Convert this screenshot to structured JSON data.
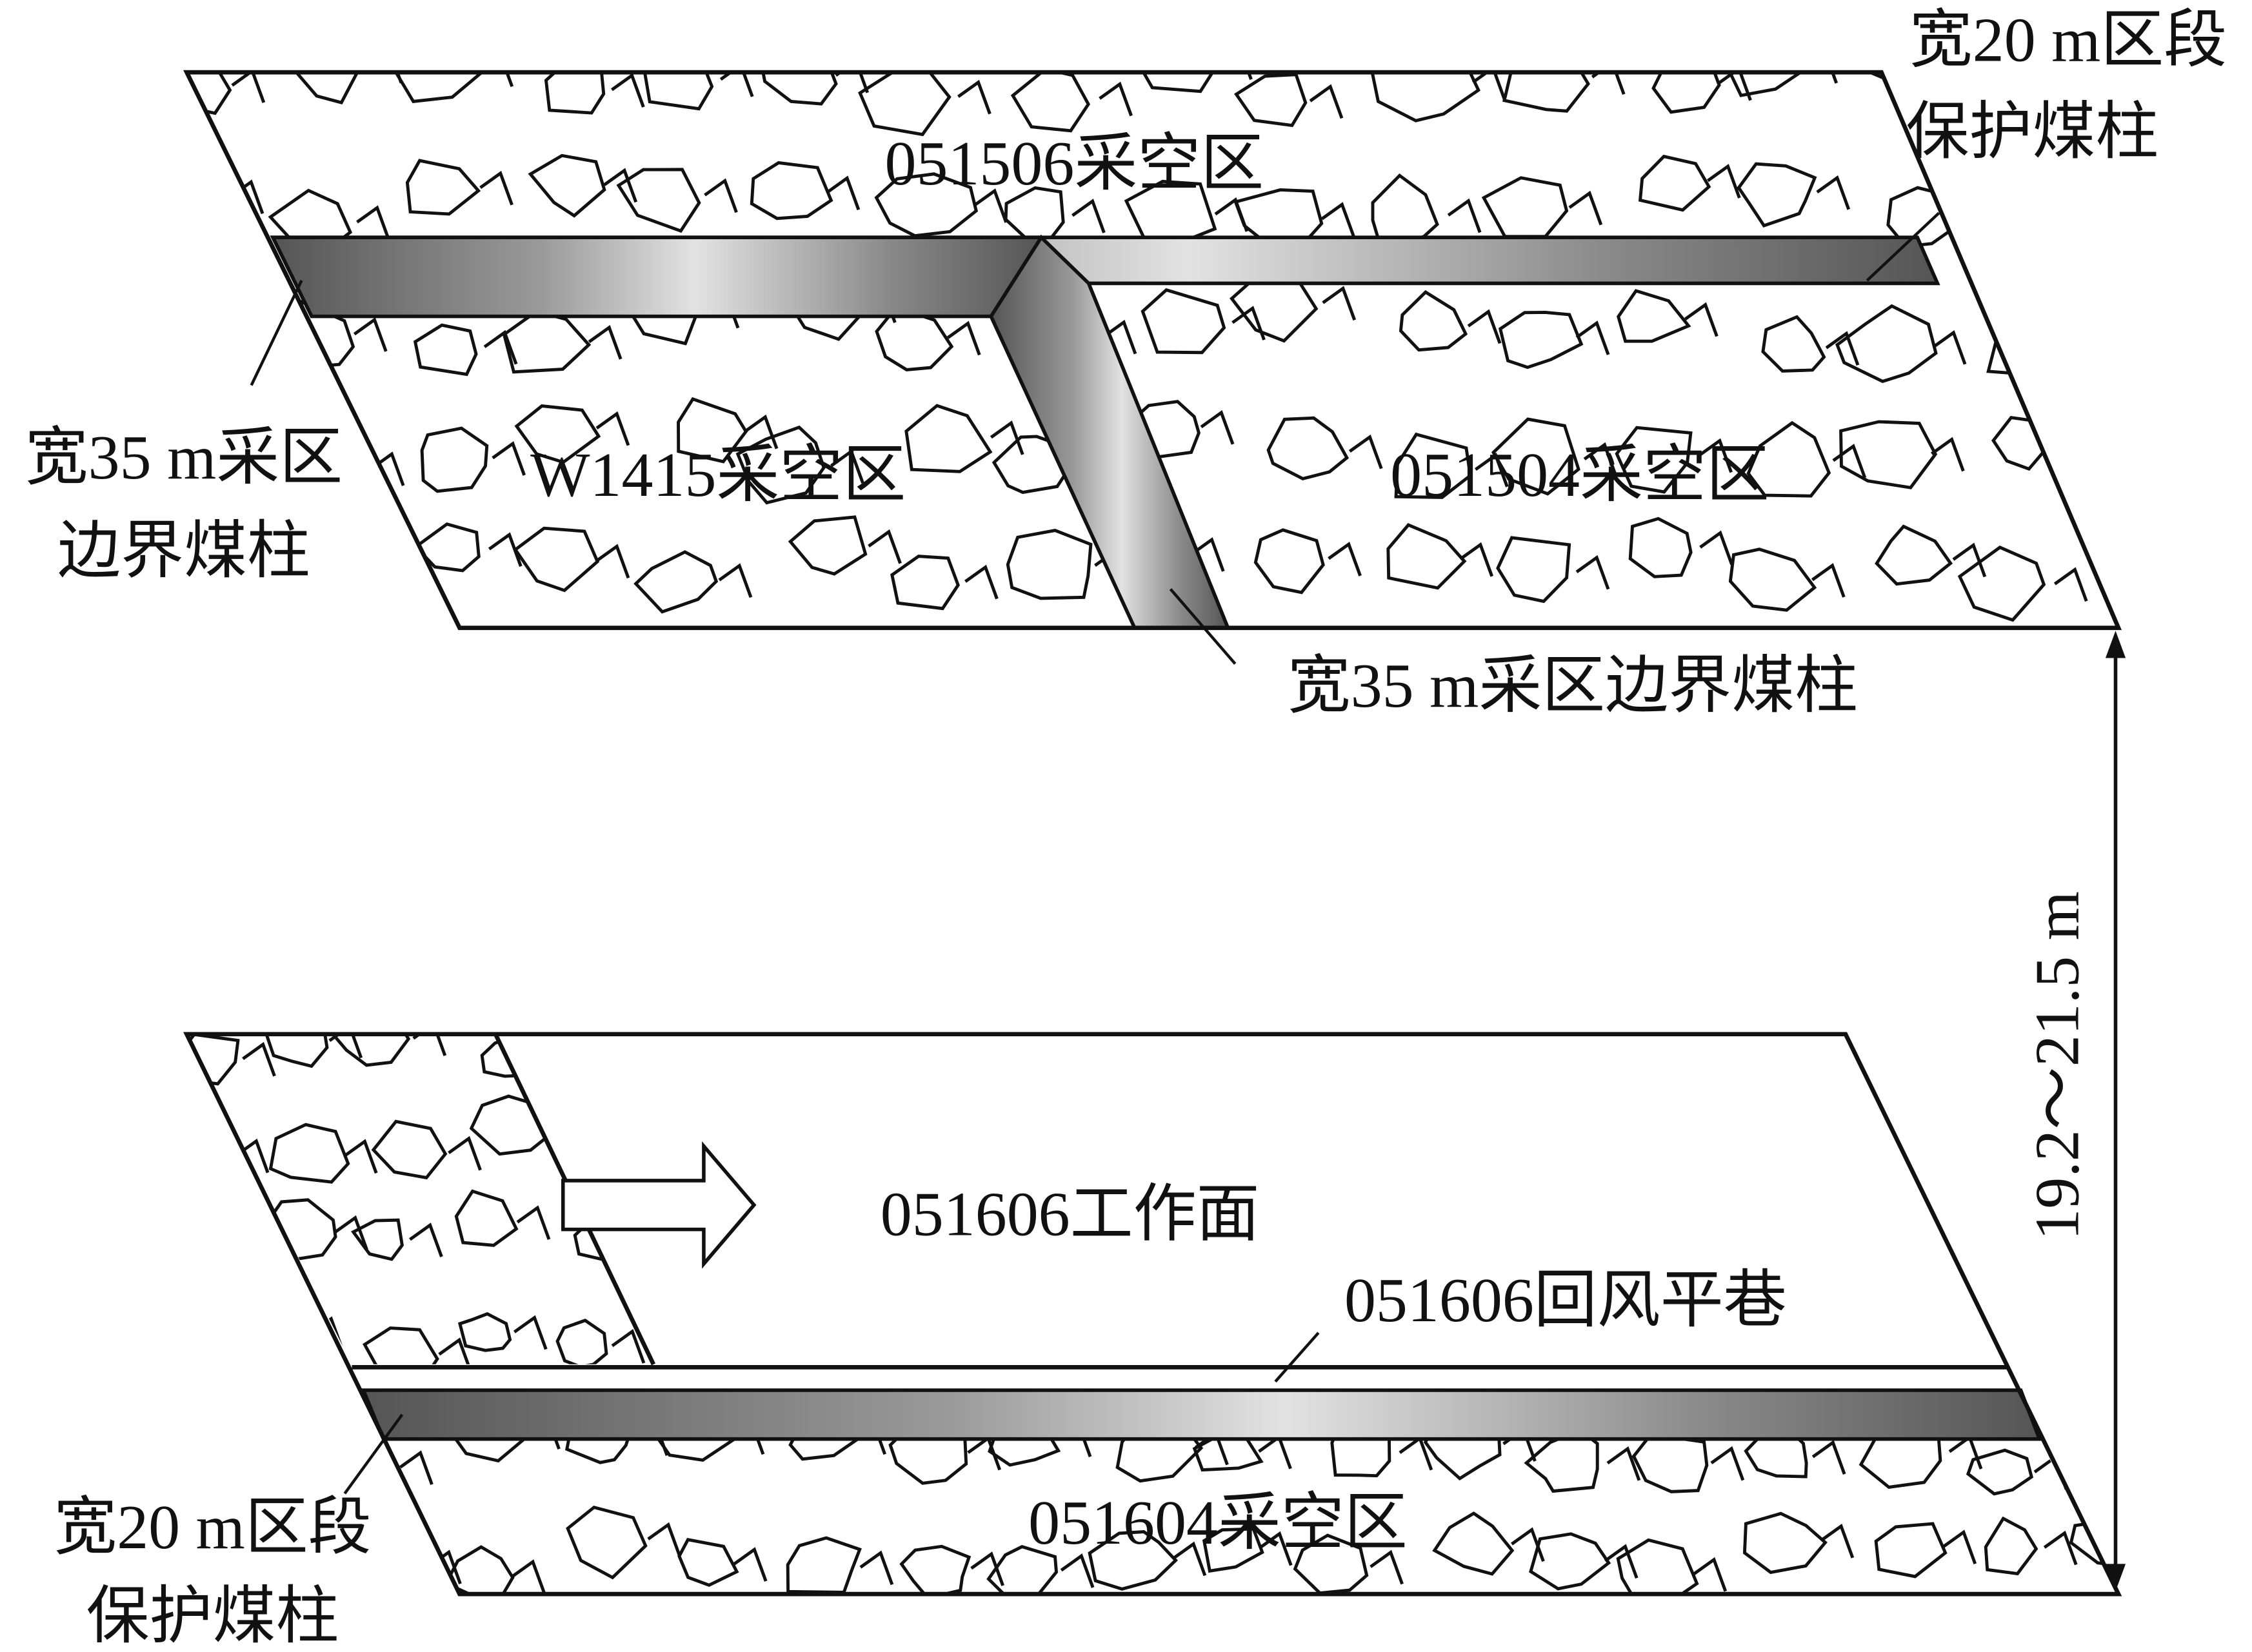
{
  "labels": {
    "goaf_051506": "051506采空区",
    "goaf_w1415": "W1415采空区",
    "goaf_051504": "051504采空区",
    "pillar_20m_top_line1": "宽20 m区段",
    "pillar_20m_top_line2": "保护煤柱",
    "pillar_35m_left_line1": "宽35 m采区",
    "pillar_35m_left_line2": "边界煤柱",
    "pillar_35m_mid": "宽35 m采区边界煤柱",
    "face_051606": "051606工作面",
    "roadway_051606": "051606回风平巷",
    "goaf_051604": "051604采空区",
    "pillar_20m_bottom_line1": "宽20 m区段",
    "pillar_20m_bottom_line2": "保护煤柱",
    "distance": "19.2～21.5 m"
  },
  "colors": {
    "pillar_dark": "#555555",
    "pillar_light": "#d8d8d8",
    "line": "#111111"
  }
}
